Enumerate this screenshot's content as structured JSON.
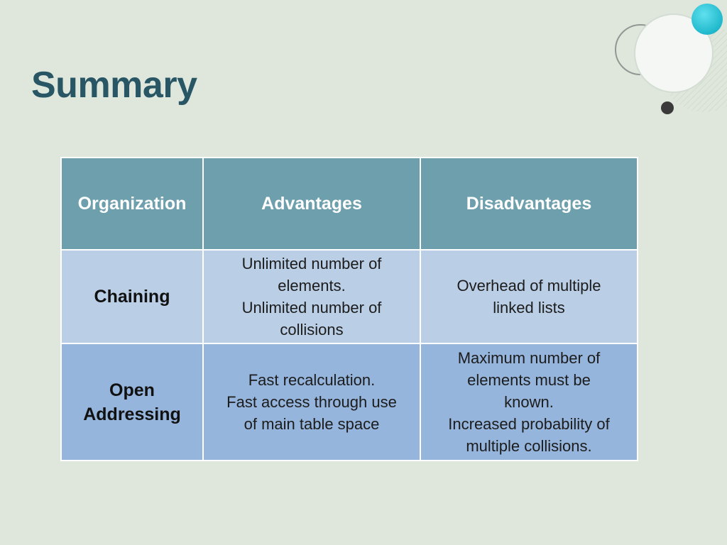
{
  "slide": {
    "title": "Summary"
  },
  "table": {
    "headers": [
      "Organization",
      "Advantages",
      "Disadvantages"
    ],
    "rows": [
      {
        "organization": [
          "Chaining"
        ],
        "advantages": [
          "Unlimited number of",
          "elements.",
          "Unlimited number of",
          "collisions"
        ],
        "disadvantages": [
          "Overhead of multiple",
          "linked lists"
        ]
      },
      {
        "organization": [
          "Open",
          "Addressing"
        ],
        "advantages": [
          "Fast recalculation.",
          "Fast access through use",
          "of main table space"
        ],
        "disadvantages": [
          "Maximum number of",
          "elements must be",
          "known.",
          "Increased probability of",
          "multiple collisions."
        ]
      }
    ]
  },
  "colors": {
    "background": "#dfe7dc",
    "title": "#285665",
    "header_bg": "#6d9fad",
    "row1_bg": "#bacfe6",
    "row2_bg": "#95b5dc",
    "accent_teal": "#2bc4d8"
  }
}
